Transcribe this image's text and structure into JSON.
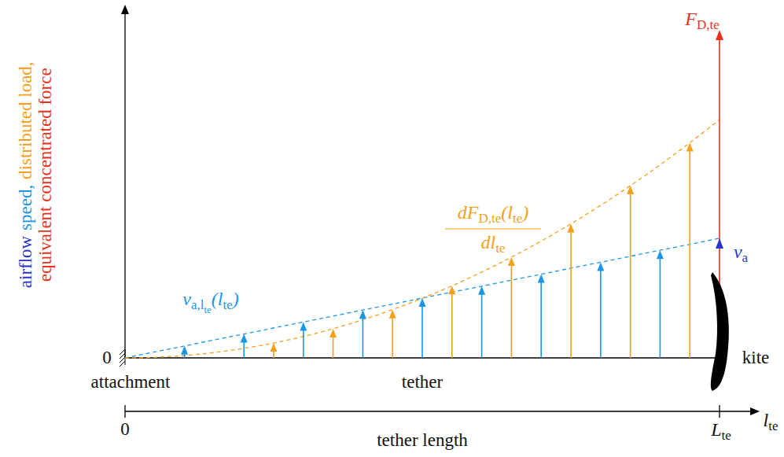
{
  "diagram": {
    "labels": [
      "airflow",
      "speed,",
      "distributed load,",
      "equivalent concentrated force",
      "F",
      "D,te",
      "dF",
      "D,te",
      "(l",
      "te",
      ")",
      "dl",
      "te",
      "v",
      "a",
      "v",
      "a,l",
      "te",
      "(l",
      "te",
      ")",
      "0",
      "attachment",
      "tether",
      "kite",
      "0",
      "tether length",
      "L",
      "te",
      "l",
      "te"
    ]
  }
}
